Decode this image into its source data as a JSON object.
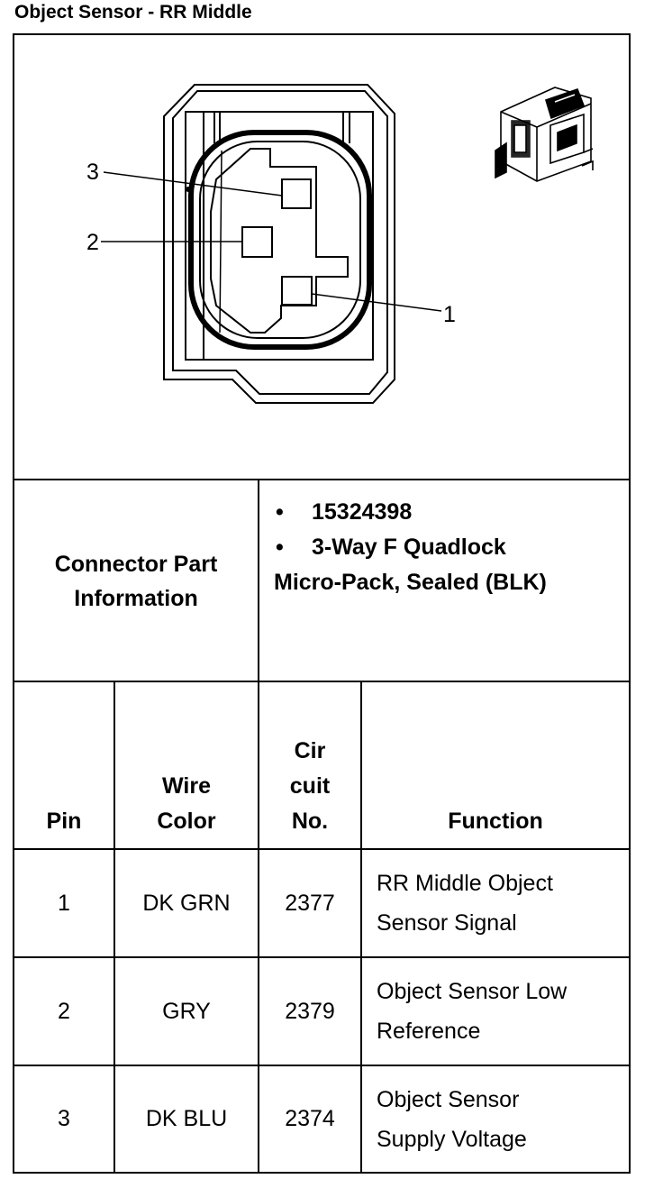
{
  "title": "Object Sensor - RR Middle",
  "diagram": {
    "pin_labels": [
      "3",
      "2",
      "1"
    ]
  },
  "connector_info": {
    "label": "Connector Part Information",
    "bullets": [
      "15324398",
      "3-Way F Quadlock"
    ],
    "continuation": "Micro-Pack, Sealed (BLK)"
  },
  "table": {
    "headers": {
      "pin": "Pin",
      "wire_color": "Wire Color",
      "circuit": "Cir cuit No.",
      "function": "Function"
    },
    "rows": [
      {
        "pin": "1",
        "wire_color": "DK GRN",
        "circuit": "2377",
        "function": "RR Middle Object Sensor Signal"
      },
      {
        "pin": "2",
        "wire_color": "GRY",
        "circuit": "2379",
        "function": "Object Sensor Low Reference"
      },
      {
        "pin": "3",
        "wire_color": "DK BLU",
        "circuit": "2374",
        "function": "Object Sensor Supply Voltage"
      }
    ]
  }
}
